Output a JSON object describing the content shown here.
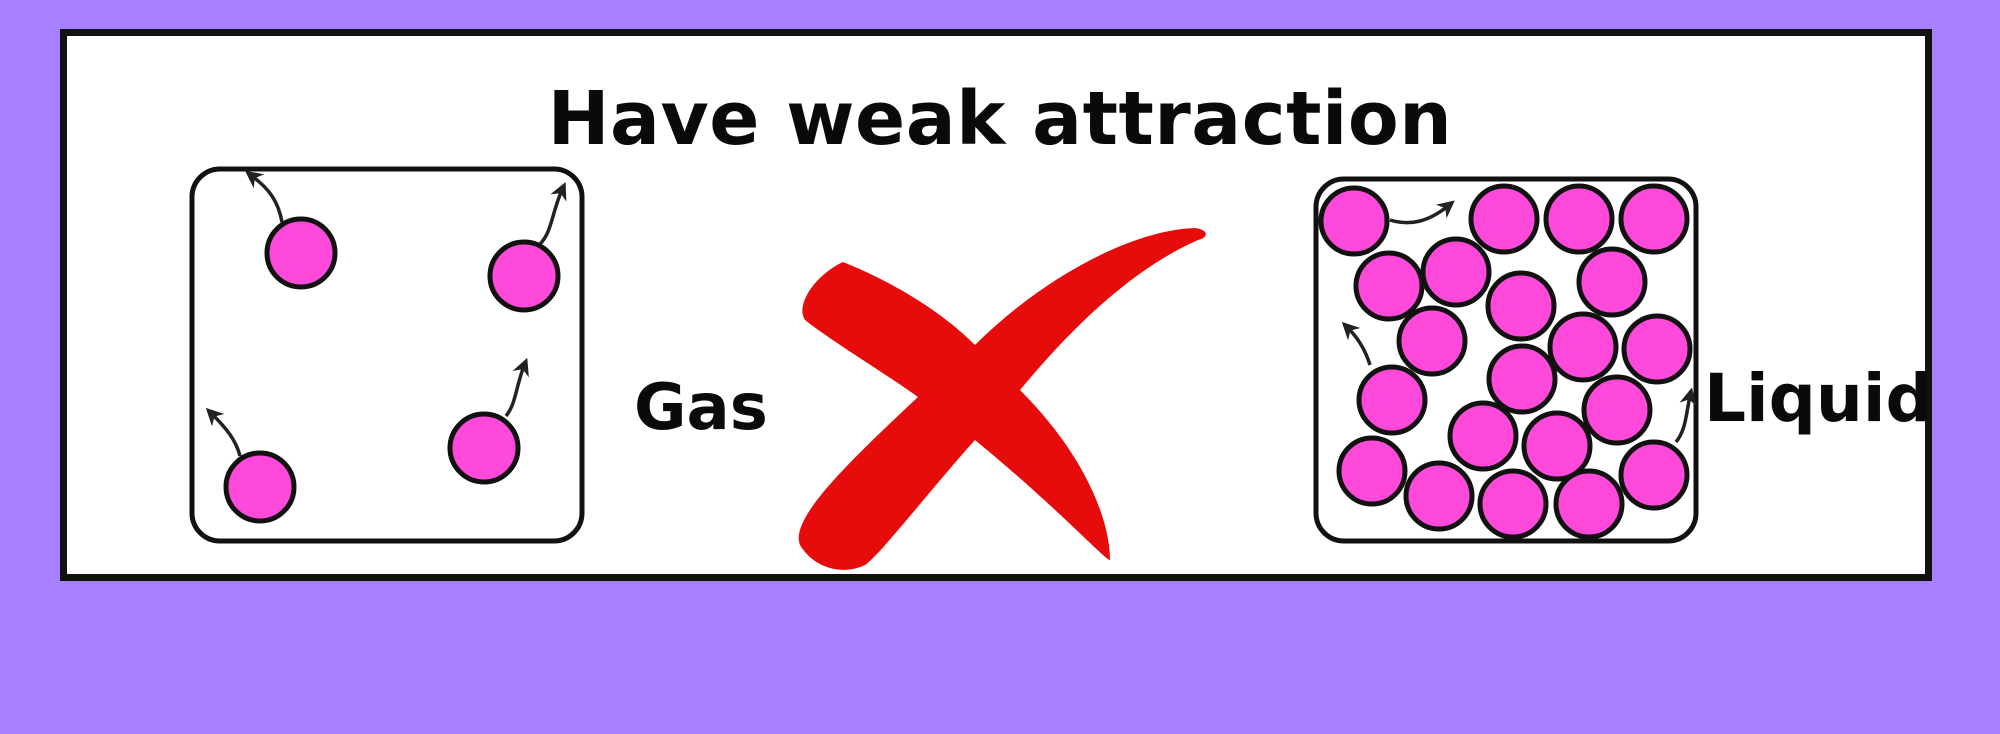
{
  "title": "Have weak attraction",
  "gas_label": "Gas",
  "liquid_label": "Liquid",
  "colors": {
    "background": "#a680fe",
    "panel": "#ffffff",
    "particle": "#ff49db",
    "outline": "#111111",
    "cross": "#e60c0c",
    "arrow": "#222222"
  },
  "icons": [
    "particle-icon",
    "motion-arrow-icon",
    "red-cross-icon"
  ]
}
